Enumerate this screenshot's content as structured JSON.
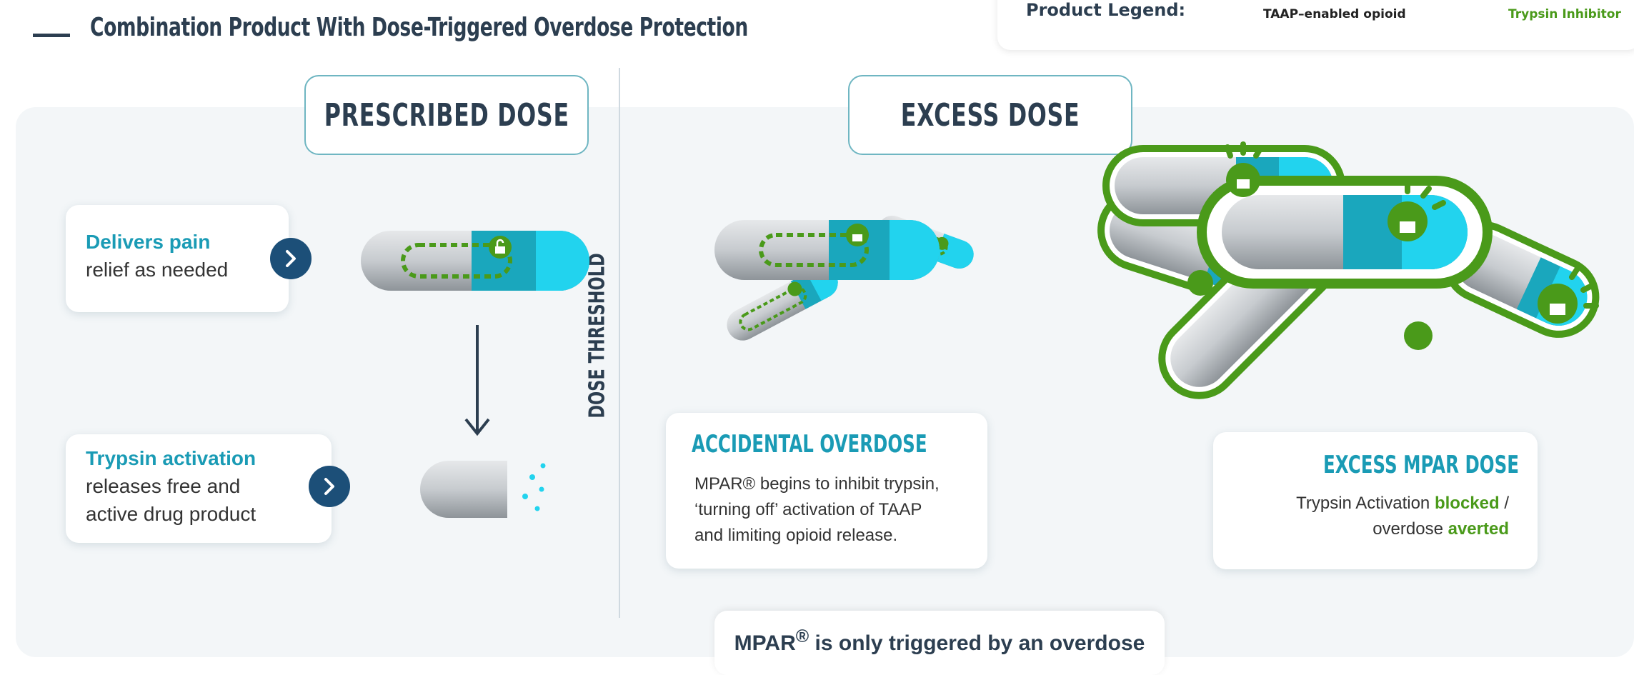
{
  "header": {
    "title": "Combination Product With Dose-Triggered Overdose Protection"
  },
  "legend": {
    "label": "Product Legend:",
    "item_opioid": "TAAP–enabled opioid",
    "item_inhibitor": "Trypsin Inhibitor"
  },
  "prescribed": {
    "heading": "PRESCRIBED DOSE",
    "card1_bold": "Delivers pain",
    "card1_rest": "relief as needed",
    "card2_bold": "Trypsin activation",
    "card2_line2": "releases free and",
    "card2_line3": "active drug product"
  },
  "threshold": {
    "label": "DOSE THRESHOLD"
  },
  "excess": {
    "heading": "EXCESS DOSE",
    "accidental_title": "ACCIDENTAL OVERDOSE",
    "accidental_line1": "MPAR® begins to inhibit trypsin,",
    "accidental_line2": "‘turning off’ activation of TAAP",
    "accidental_line3": "and limiting opioid release.",
    "mpar_title": "EXCESS MPAR DOSE",
    "mpar_line1_pre": "Trypsin Activation ",
    "mpar_line1_green": "blocked",
    "mpar_line1_post": " /",
    "mpar_line2_pre": "overdose ",
    "mpar_line2_green": "averted"
  },
  "footer": {
    "note_pre": "MPAR",
    "note_sup": "®",
    "note_post": " is only triggered by an overdose"
  },
  "colors": {
    "navy": "#2c3e50",
    "teal": "#1a9bb5",
    "cyan": "#22d3ee",
    "green": "#4a9a1a",
    "chevron": "#1c4f78"
  }
}
